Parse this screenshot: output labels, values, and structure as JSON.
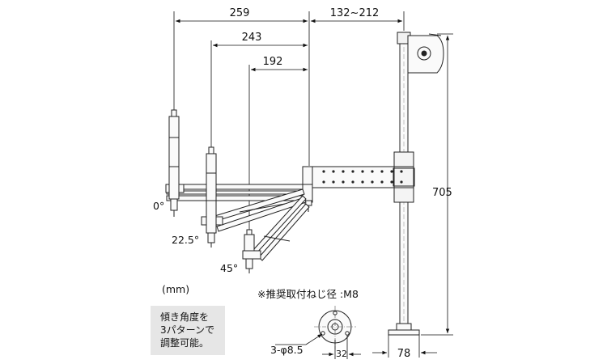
{
  "dimensions": {
    "reach_0": "259",
    "reach_22": "243",
    "reach_45": "192",
    "arm_offset": "132~212",
    "height": "705",
    "base_width": "78",
    "bolt_spacing": "32",
    "hole_spec": "3-φ8.5"
  },
  "angles": {
    "a0": "0°",
    "a22": "22.5°",
    "a45": "45°"
  },
  "unit_label": "(mm)",
  "bolt_note": "※推奨取付ねじ径 :M8",
  "note_box": {
    "line1": "傾き角度を",
    "line2": "3パターンで",
    "line3": "調整可能。"
  }
}
